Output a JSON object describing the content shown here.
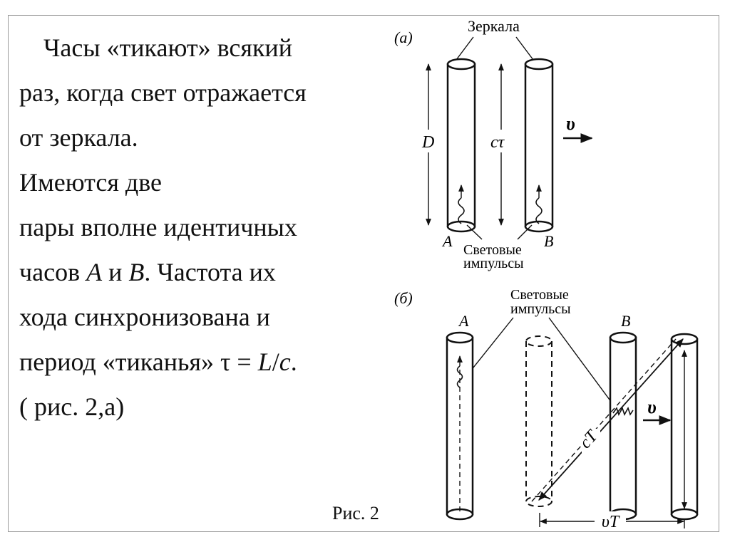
{
  "text": {
    "line1": "Часы «тикают» всякий",
    "line2": "раз, когда свет отражается",
    "line3": "от зеркала.",
    "line4": "Имеются две",
    "line5": "пары вполне идентичных",
    "line6a": "часов ",
    "clockA": "A",
    "and": " и ",
    "clockB": "B",
    "line6b": ". Частота их",
    "line7": "хода синхронизована и",
    "line8a": "период «тиканья» τ = ",
    "L": "L",
    "slash": "/",
    "c": "c",
    "dot": ".",
    "line9": "( рис. 2,а)"
  },
  "caption": "Рис. 2",
  "figure": {
    "panel_a": "(а)",
    "mirrors": "Зеркала",
    "D": "D",
    "ctau": "cτ",
    "v": "υ",
    "A": "A",
    "B": "B",
    "pulses_line1": "Световые",
    "pulses_line2": "импульсы",
    "panel_b": "(б)",
    "cT": "cT",
    "vT": "υT"
  }
}
